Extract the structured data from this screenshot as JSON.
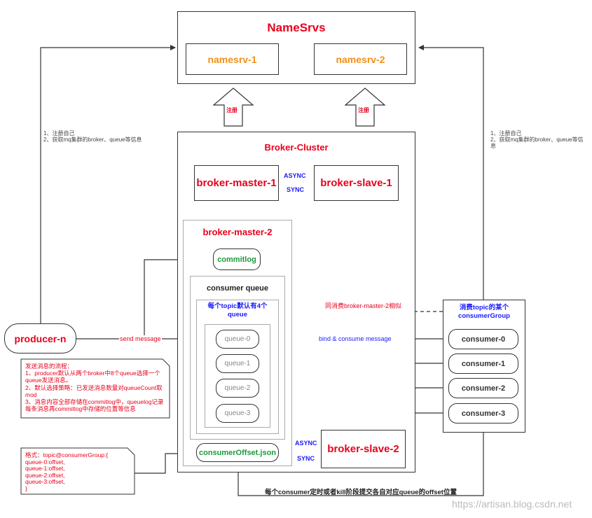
{
  "namesrv": {
    "title": "NameSrvs",
    "node1": "namesrv-1",
    "node2": "namesrv-2",
    "register_label": "注册"
  },
  "broker_cluster": {
    "title": "Broker-Cluster",
    "master1": "broker-master-1",
    "slave1": "broker-slave-1",
    "async": "ASYNC",
    "sync": "SYNC",
    "master2_title": "broker-master-2",
    "commitlog": "commitlog",
    "consumer_queue_title": "consumer queue",
    "topic_queue_title": "每个topic默认有4个queue",
    "queues": [
      "queue-0",
      "queue-1",
      "queue-2",
      "queue-3"
    ],
    "offset_json": "consumerOffset.json",
    "slave2": "broker-slave-2",
    "async2": "ASYNC",
    "sync2": "SYNC"
  },
  "producer": {
    "name": "producer-n",
    "send_label": "send message",
    "left_note": "1、注册自己\n2、获取mq集群的broker、queue等信息"
  },
  "consumer_group": {
    "title": "消费topic的某个consumerGroup",
    "consumers": [
      "consumer-0",
      "consumer-1",
      "consumer-2",
      "consumer-3"
    ],
    "bind_label": "bind & consume message",
    "sync_note": "同消费broker-master-2相似",
    "right_note": "1、注册自己\n2、获取mq集群的broker、queue等信息"
  },
  "notes": {
    "send_flow": "发送消息的流程：\n1、producer默认从两个broker中8个queue选择一个queue发送消息。\n2、默认选择策略：已发送消息数量对queueCount取mod\n3、消息内容全部存储在commitlog中，queuelog记录每条消息再commitlog中存储的位置等信息",
    "offset_format": "格式：topic@consumerGroup:{\nqueue-0:offset,\nqueue-1:offset,\nqueue-2:offset,\nqueue-3:offset,\n}",
    "bottom_label": "每个consumer定时或者kill阶段提交各自对应queue的offset位置",
    "watermark": "https://artisan.blog.csdn.net"
  }
}
